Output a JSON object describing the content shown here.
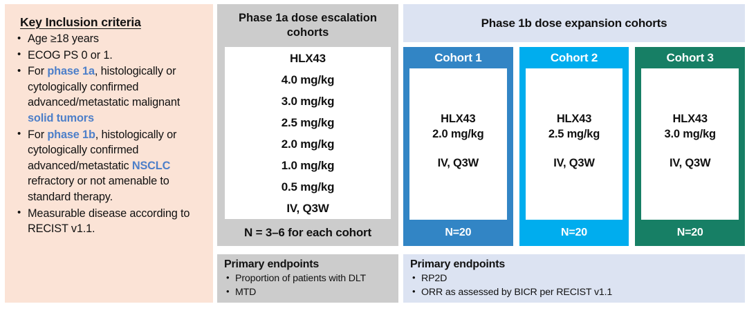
{
  "inclusion": {
    "title": "Key Inclusion criteria",
    "items": [
      [
        {
          "t": "Age ≥18 years",
          "accent": false
        }
      ],
      [
        {
          "t": "ECOG PS 0 or 1.",
          "accent": false
        }
      ],
      [
        {
          "t": "For ",
          "accent": false
        },
        {
          "t": "phase 1a",
          "accent": true
        },
        {
          "t": ", histologically or cytologically confirmed advanced/metastatic malignant ",
          "accent": false
        },
        {
          "t": "solid tumors",
          "accent": true
        }
      ],
      [
        {
          "t": "For ",
          "accent": false
        },
        {
          "t": "phase 1b",
          "accent": true
        },
        {
          "t": ", histologically or cytologically confirmed advanced/metastatic ",
          "accent": false
        },
        {
          "t": "NSCLC",
          "accent": true
        },
        {
          "t": " refractory or not amenable to standard therapy.",
          "accent": false
        }
      ],
      [
        {
          "t": "Measurable disease according to RECIST v1.1.",
          "accent": false
        }
      ]
    ]
  },
  "phase1a": {
    "header": "Phase 1a dose escalation cohorts",
    "drug": "HLX43",
    "doses": [
      "4.0 mg/kg",
      "3.0 mg/kg",
      "2.5 mg/kg",
      "2.0 mg/kg",
      "1.0 mg/kg",
      "0.5 mg/kg"
    ],
    "route": "IV, Q3W",
    "n_text": "N = 3–6 for each cohort",
    "endpoints": {
      "title": "Primary endpoints",
      "items": [
        "Proportion of patients with DLT",
        "MTD"
      ]
    }
  },
  "phase1b": {
    "header": "Phase 1b dose expansion cohorts",
    "cohorts": [
      {
        "title": "Cohort 1",
        "drug": "HLX43",
        "dose": "2.0 mg/kg",
        "route": "IV, Q3W",
        "n": "N=20",
        "color": "#3285c5"
      },
      {
        "title": "Cohort 2",
        "drug": "HLX43",
        "dose": "2.5 mg/kg",
        "route": "IV, Q3W",
        "n": "N=20",
        "color": "#00adee"
      },
      {
        "title": "Cohort 3",
        "drug": "HLX43",
        "dose": "3.0 mg/kg",
        "route": "IV, Q3W",
        "n": "N=20",
        "color": "#177f65"
      }
    ],
    "endpoints": {
      "title": "Primary endpoints",
      "items": [
        "RP2D",
        "ORR as assessed by BICR per RECIST v1.1"
      ]
    }
  },
  "colors": {
    "inclusion_bg": "#fbe3d6",
    "phase1a_bg": "#cccccc",
    "phase1b_bg": "#dce3f2",
    "accent_text": "#4d7fc9"
  }
}
